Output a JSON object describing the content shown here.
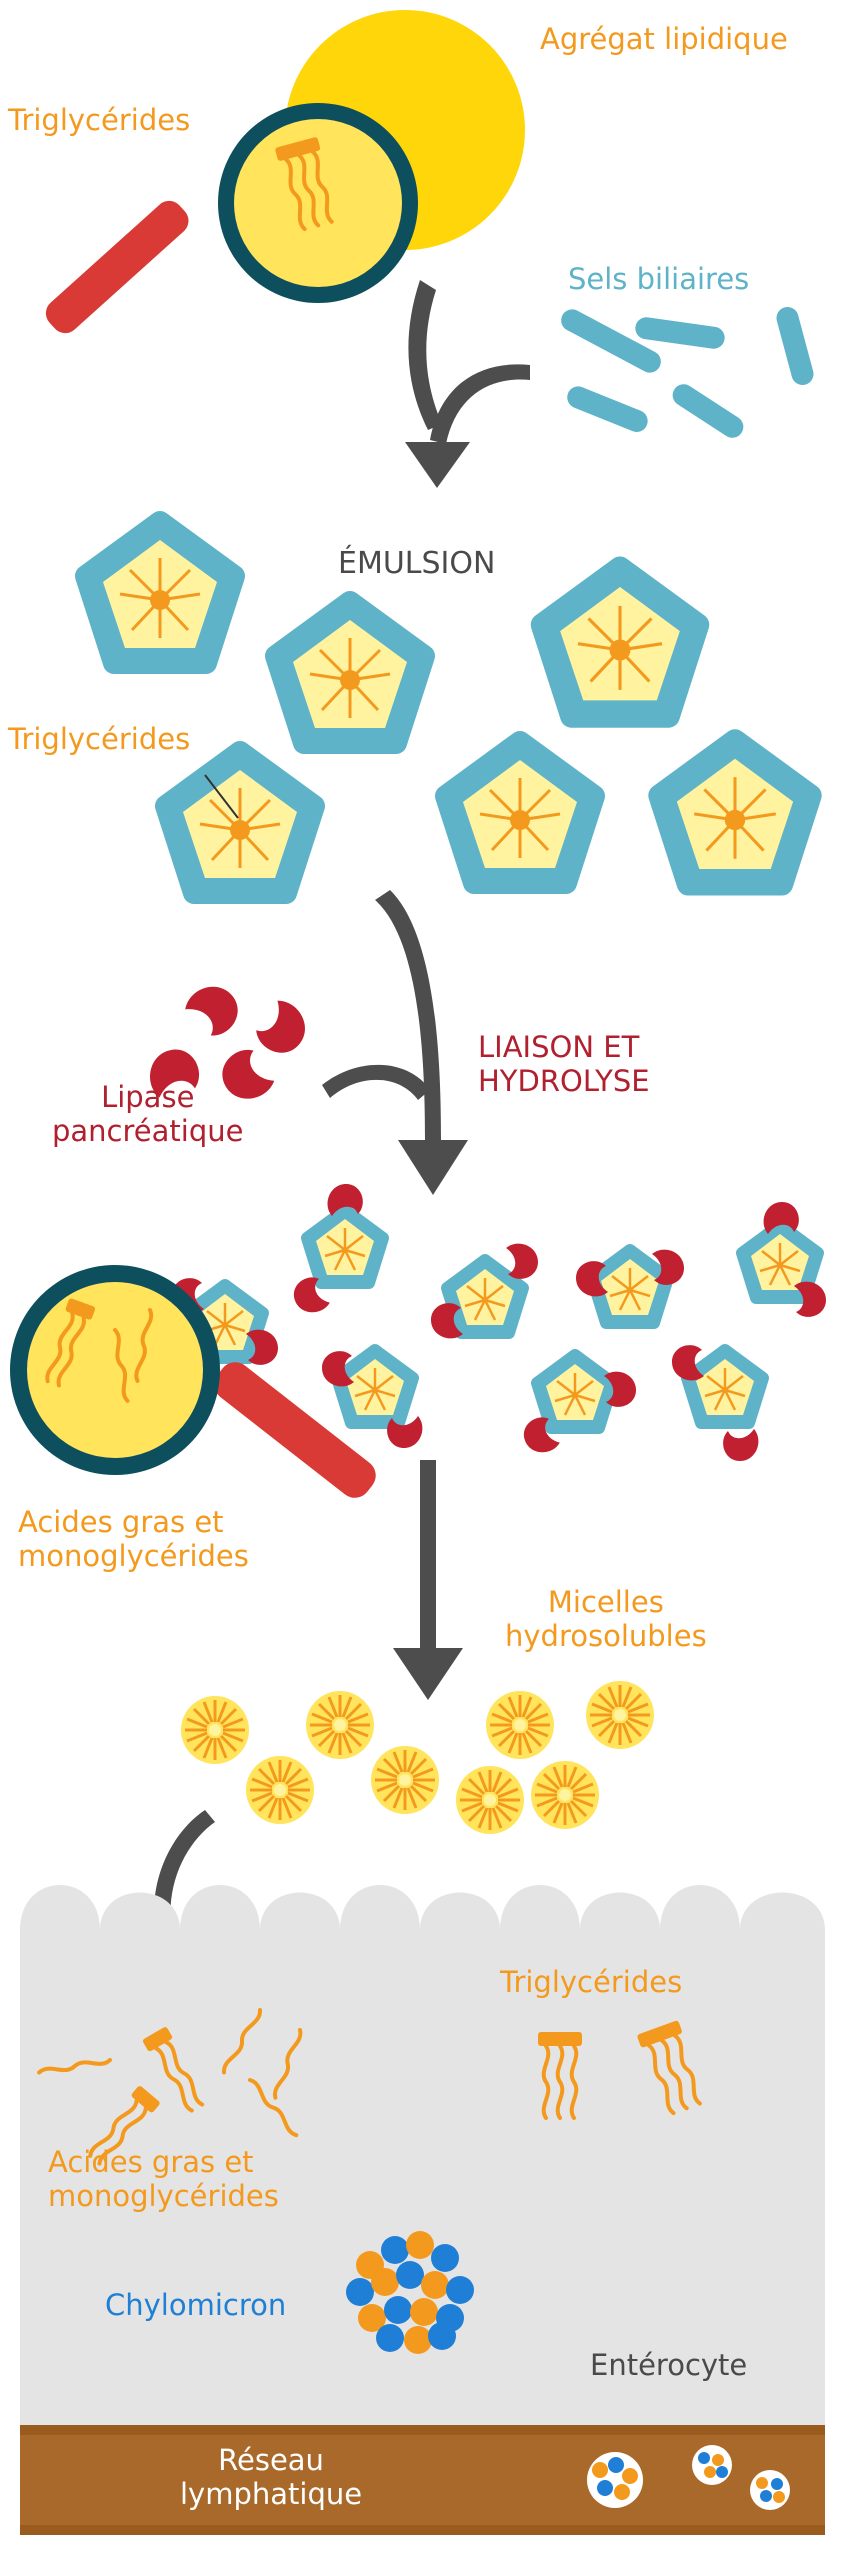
{
  "labels": {
    "lipid_aggregate": "Agrégat lipidique",
    "triglycerides_top": "Triglycérides",
    "bile_salts": "Sels biliaires",
    "emulsion": "ÉMULSION",
    "triglycerides_mid": "Triglycérides",
    "binding_line1": "LIAISON ET",
    "binding_line2": "HYDROLYSE",
    "lipase_line1": "Lipase",
    "lipase_line2": "pancréatique",
    "fatty_acids_line1": "Acides gras et",
    "fatty_acids_line2": "monoglycérides",
    "micelles_line1": "Micelles",
    "micelles_line2": "hydrosolubles",
    "triglycerides_cell": "Triglycérides",
    "fatty_acids_cell_line1": "Acides gras et",
    "fatty_acids_cell_line2": "monoglycérides",
    "chylomicron": "Chylomicron",
    "enterocyte": "Entérocyte",
    "lymph_line1": "Réseau",
    "lymph_line2": "lymphatique"
  },
  "colors": {
    "orange_text": "#F39A1E",
    "blue_text": "#5FB3C8",
    "red_text": "#B0202E",
    "chylomicron_text": "#1F7FD6",
    "lipid_yellow": "#FFD60A",
    "bile_blue": "#5FB3C8",
    "lipase_red": "#C0202F",
    "arrow_gray": "#4d4d4d",
    "cell_gray": "#e4e4e4",
    "lymph_brown": "#9A5B1E"
  }
}
